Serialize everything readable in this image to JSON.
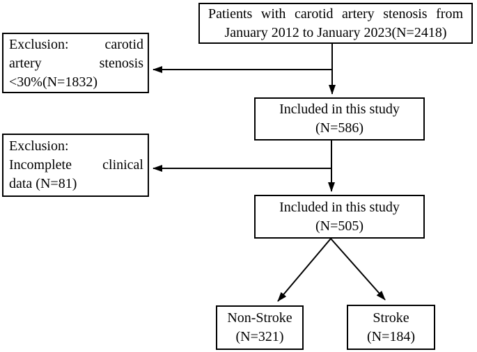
{
  "colors": {
    "box_border": "#000000",
    "arrow": "#000000",
    "text": "#000000",
    "background": "#ffffff"
  },
  "flowchart": {
    "nodes": {
      "patients": {
        "lines": [
          "Patients with carotid artery stenosis from",
          "January 2012 to January 2023(N=2418)"
        ]
      },
      "exclusion_stenosis": {
        "lines": [
          "Exclusion: carotid",
          "artery stenosis",
          "<30%(N=1832)"
        ]
      },
      "included_586": {
        "lines": [
          "Included in this study",
          "(N=586)"
        ]
      },
      "exclusion_incomplete": {
        "lines": [
          "Exclusion:",
          "Incomplete clinical",
          "data (N=81)"
        ]
      },
      "included_505": {
        "lines": [
          "Included in this study",
          "(N=505)"
        ]
      },
      "non_stroke": {
        "lines": [
          "Non-Stroke",
          "(N=321)"
        ]
      },
      "stroke": {
        "lines": [
          "Stroke",
          "(N=184)"
        ]
      }
    },
    "edges": [
      {
        "from": "patients",
        "to": "included_586"
      },
      {
        "from": "patients",
        "to": "exclusion_stenosis"
      },
      {
        "from": "included_586",
        "to": "included_505"
      },
      {
        "from": "included_586",
        "to": "exclusion_incomplete"
      },
      {
        "from": "included_505",
        "to": "non_stroke"
      },
      {
        "from": "included_505",
        "to": "stroke"
      }
    ]
  }
}
